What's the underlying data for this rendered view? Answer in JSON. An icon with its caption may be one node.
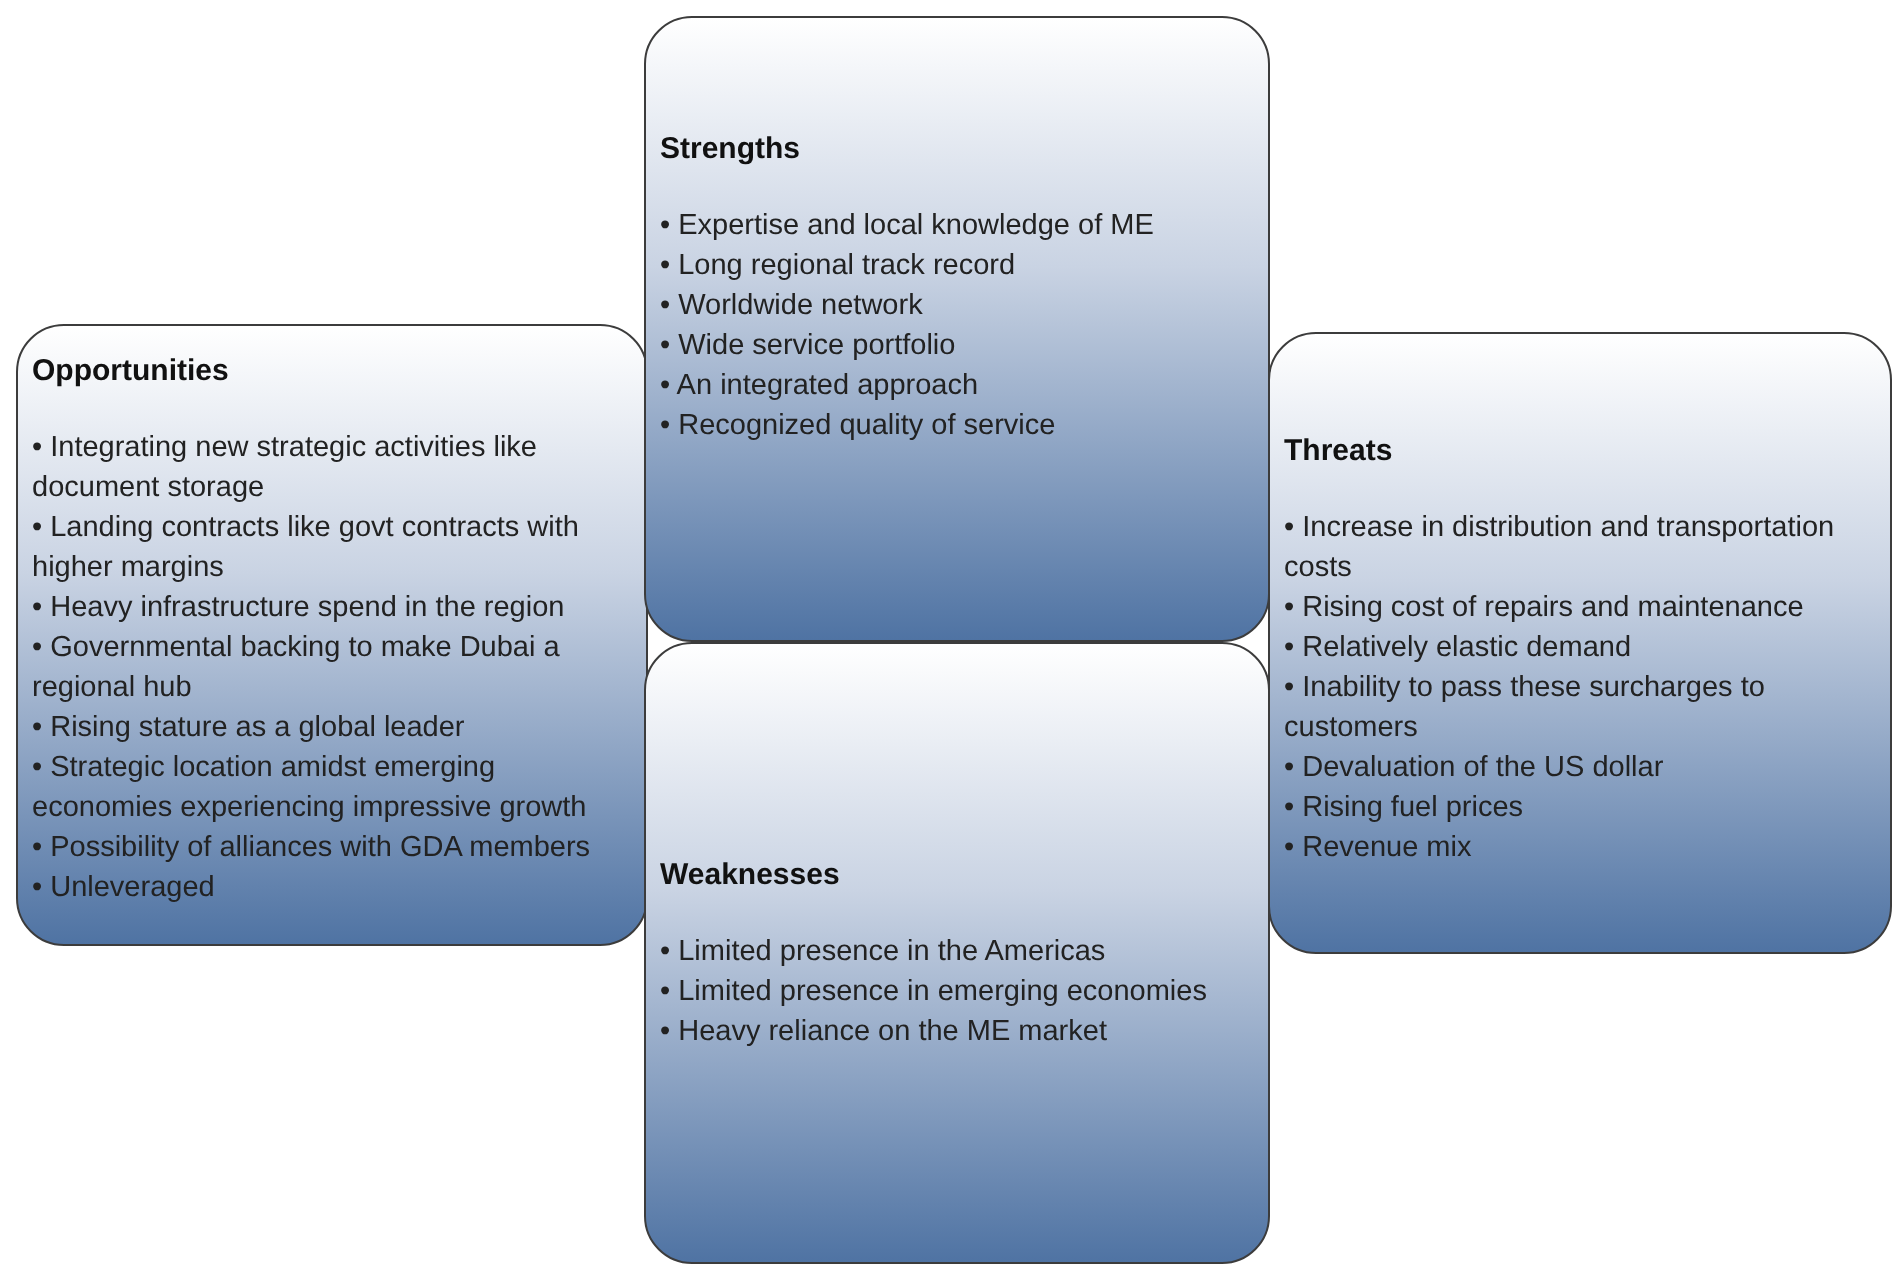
{
  "diagram": {
    "nodes": [
      {
        "text": [
          "Strengths",
          "• Expertise and local knowledge of ME",
          "• Long regional track record",
          "• Worldwide network",
          "• Wide service portfolio",
          "• An integrated approach",
          "• Recognized quality of service"
        ]
      },
      {
        "text": [
          "Opportunities",
          "• Integrating new strategic activities like document storage",
          "• Landing contracts like govt contracts with higher margins",
          "• Heavy infrastructure spend in the region",
          "• Governmental backing to make Dubai a regional hub",
          "• Rising stature as a global leader",
          "• Strategic location amidst emerging economies experiencing impressive growth",
          "• Possibility of alliances with GDA members",
          "• Unleveraged"
        ]
      },
      {
        "text": [
          "Threats",
          "• Increase in distribution and transportation costs",
          "• Rising cost of repairs and maintenance",
          "• Relatively elastic demand",
          "• Inability to pass these surcharges to customers",
          "• Devaluation of the US dollar",
          "• Rising fuel prices",
          "• Revenue mix"
        ]
      },
      {
        "text": [
          "Weaknesses",
          "• Limited presence in the Americas",
          "• Limited presence in emerging economies",
          "• Heavy reliance on the ME market"
        ]
      }
    ]
  }
}
